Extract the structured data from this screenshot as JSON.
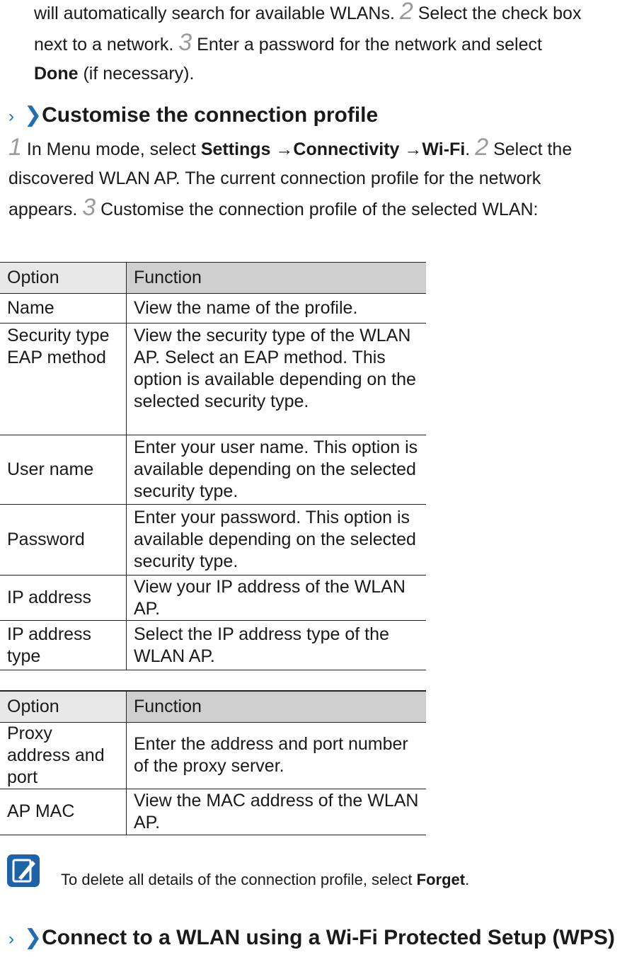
{
  "intro": {
    "line1_a": "will automatically search for available WLANs.",
    "step2": "2",
    "line1_b": "Select the check box",
    "line2_a": "next to a network.",
    "step3": "3",
    "line2_b": "Enter a password for the network and select",
    "done_label": "Done",
    "line3_b": "(if necessary)."
  },
  "section1": {
    "title": "Customise the connection profile",
    "step1": "1",
    "text1": "In Menu mode, select",
    "settings": "Settings",
    "arrow1": "→",
    "connectivity": "Connectivity",
    "arrow2": "→",
    "wifi": "Wi-Fi",
    "period": ".",
    "step2": "2",
    "text2": "Select the discovered WLAN AP. The current connection profile for the network appears.",
    "step3": "3",
    "text3": "Customise the connection profile of the selected WLAN:"
  },
  "table1": {
    "header": {
      "option": "Option",
      "function": "Function"
    },
    "rows": [
      {
        "option": "Name",
        "function": "View the name of the profile."
      },
      {
        "option": "Security type EAP method",
        "function": "View the security type of the WLAN AP. Select an EAP method. This option is available depending on the selected security type."
      },
      {
        "option": "User name",
        "function": "Enter your user name. This option is available depending on the selected security type."
      },
      {
        "option": "Password",
        "function": "Enter your password. This option is available depending on the selected security type."
      },
      {
        "option": "IP address",
        "function": "View your IP address of the WLAN AP."
      },
      {
        "option": "IP address type",
        "function": "Select the IP address type of the WLAN AP."
      }
    ]
  },
  "table2": {
    "header": {
      "option": "Option",
      "function": "Function"
    },
    "rows": [
      {
        "option": "Proxy address and port",
        "function": "Enter the address and port number of the proxy server."
      },
      {
        "option": "AP MAC",
        "function": "View the MAC address of the WLAN AP."
      }
    ]
  },
  "note": {
    "icon": "note-pencil-icon",
    "text": "To delete all details of the connection profile, select",
    "forget": "Forget",
    "period": "."
  },
  "section2": {
    "title": "Connect to a WLAN using a Wi-Fi Protected Setup (WPS)"
  },
  "colors": {
    "accent": "#1f6fb3",
    "step_number": "#9b9b9b",
    "header_light": "#e8e8e8",
    "header_dark": "#cfcfcf"
  }
}
